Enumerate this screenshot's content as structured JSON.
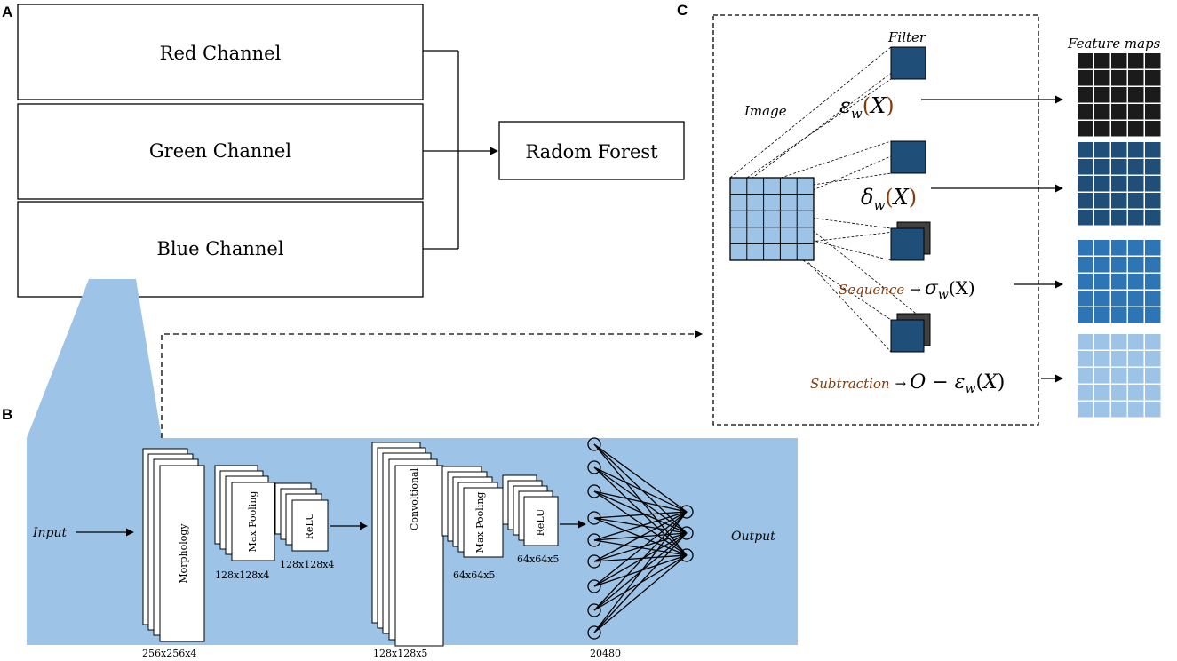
{
  "panels": {
    "a": "A",
    "b": "B",
    "c": "C"
  },
  "panel_a": {
    "channels": [
      "Red Channel",
      "Green Channel",
      "Blue Channel"
    ],
    "classifier": "Radom Forest"
  },
  "panel_b": {
    "input": "Input",
    "output": "Output",
    "layers": [
      "Morphology",
      "Max Pooling",
      "ReLU",
      "Convoltional",
      "Max Pooling",
      "ReLU"
    ],
    "dims": [
      "256x256x4",
      "128x128x4",
      "128x128x4",
      "128x128x5",
      "64x64x5",
      "64x64x5",
      "20480"
    ]
  },
  "panel_c": {
    "image_label": "Image",
    "filter_label": "Filter",
    "feature_maps_label": "Feature maps",
    "ops": {
      "eps_sym": "ε",
      "delta_sym": "δ",
      "sigma_sym": "σ",
      "sub_w": "w",
      "x_arg": "X",
      "sigma_arg": "(X)",
      "sequence": "Sequence",
      "subtraction": "Subtraction",
      "arrow": "→",
      "zero_minus": "O − "
    }
  },
  "colors": {
    "panel_b_bg": "#9dc3e6",
    "filter_fill": "#1f4e79",
    "filter_shadow": "#404040",
    "image_grid": "#9dc3e6",
    "map_black": "#1b1b1b",
    "map_dark_blue": "#1f4e79",
    "map_mid_blue": "#2e75b6",
    "map_light_blue": "#9dc3e6",
    "op_text_accent": "#843c0c"
  }
}
